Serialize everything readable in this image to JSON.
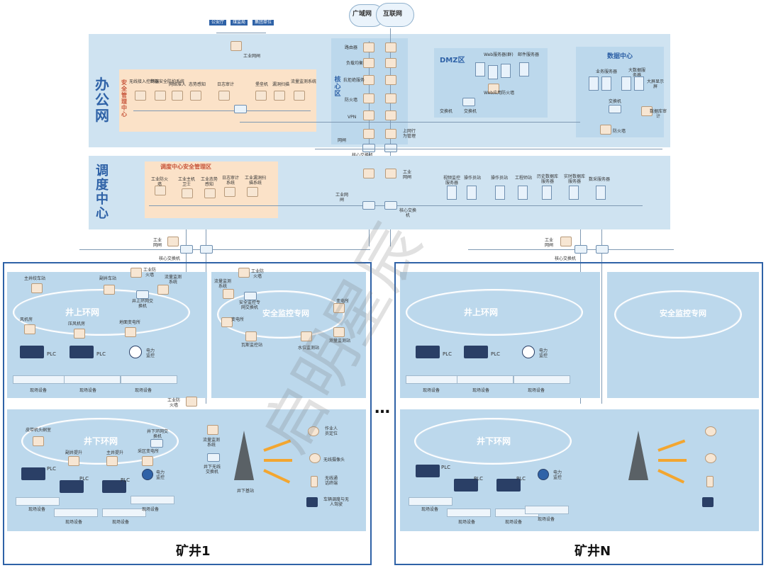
{
  "top": {
    "internet_a": "广域网",
    "internet_b": "互联网",
    "ext_1": "公安厅",
    "ext_2": "煤监局",
    "ext_3": "集团单位",
    "industrial_gw": "工业网闸"
  },
  "office": {
    "title": "办公网",
    "security_center": "安全管理中心",
    "sec_items": [
      "无线接入控制器",
      "终端安全防护系统",
      "网络准入",
      "态势感知",
      "日志审计",
      "堡垒机",
      "漏洞扫描",
      "流量监测系统"
    ],
    "core_title": "核心区",
    "core_items": [
      "路由器",
      "负载均衡",
      "抗拒绝服务",
      "防火墙",
      "VPN",
      "上网行为管理",
      "网闸",
      "核心交换机"
    ],
    "dmz_title": "DMZ区",
    "dmz_items": [
      "Web服务器(群)",
      "邮件服务器",
      "Web应用防火墙",
      "交换机",
      "交换机"
    ],
    "datacenter_title": "数据中心",
    "dc_items": [
      "业务服务器",
      "大数据服务器",
      "大屏显示屏",
      "交换机",
      "数据库审计",
      "防火墙"
    ]
  },
  "dispatch": {
    "title": "调度中心",
    "security_area": "调度中心安全管理区",
    "sec_items": [
      "工业防火墙",
      "工业主机卫士",
      "工业态势感知",
      "日志审计系统",
      "工业漏洞扫描系统"
    ],
    "gate": "工业网闸",
    "gate2": "工业网闸",
    "core_switch": "核心交换机",
    "ops_items": [
      "视频监控服务器",
      "操作员站",
      "操作员站",
      "工程师站",
      "历史数据库服务器",
      "实时数据库服务器",
      "数采服务器"
    ]
  },
  "mines": [
    {
      "title": "矿井1",
      "core_switch": "核心交换机",
      "gate": "工业网闸",
      "above_ring": "井上环网",
      "safety_ring": "安全监控专网",
      "below_ring": "井下环网",
      "above_items": [
        "主井绞车站",
        "副井车站",
        "工业防火墙",
        "流量监测系统",
        "井上环网交换机",
        "风机房",
        "压风机房",
        "地面变电所"
      ],
      "plc": "PLC",
      "power": "电力监控",
      "field": "现场设备",
      "safety_items": [
        "工业防火墙",
        "流量监测系统",
        "安全监控专网交换机",
        "变电所",
        "变电所",
        "瓦斯监控站",
        "水位监测站",
        "测量监测站"
      ],
      "below_items": [
        "皮带机头硐室",
        "井下环网交换机",
        "副井提升",
        "主井提升",
        "采区变电所",
        "工业防火墙",
        "流量监测系统",
        "井下无线交换机",
        "井下基站"
      ],
      "wireless_items": [
        "作业人员定位",
        "无线摄像头",
        "无线通话终端",
        "车辆调度与无人驾驶"
      ]
    },
    {
      "title": "矿井N",
      "core_switch": "核心交换机",
      "gate": "工业网闸",
      "above_ring": "井上环网",
      "safety_ring": "安全监控专网",
      "below_ring": "井下环网",
      "plc": "PLC",
      "power": "电力监控",
      "field": "现场设备"
    }
  ],
  "ellipsis": "…",
  "watermark": "启明星辰"
}
